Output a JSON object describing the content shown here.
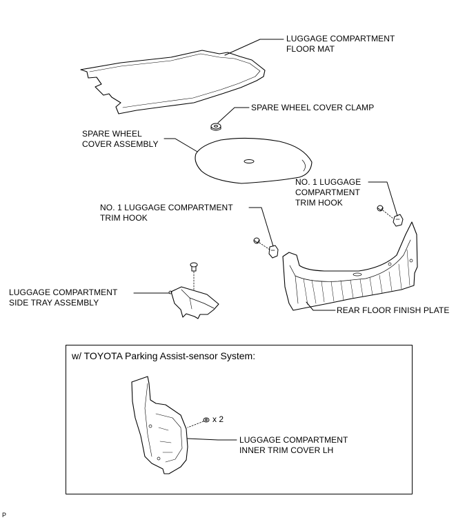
{
  "labels": {
    "floor_mat": [
      "LUGGAGE COMPARTMENT",
      "FLOOR MAT"
    ],
    "spare_clamp": [
      "SPARE WHEEL COVER CLAMP"
    ],
    "spare_cover": [
      "SPARE WHEEL",
      "COVER ASSEMBLY"
    ],
    "hook_right": [
      "NO. 1 LUGGAGE",
      "COMPARTMENT",
      "TRIM HOOK"
    ],
    "hook_left": [
      "NO. 1 LUGGAGE COMPARTMENT",
      "TRIM HOOK"
    ],
    "side_tray": [
      "LUGGAGE COMPARTMENT",
      "SIDE TRAY ASSEMBLY"
    ],
    "rear_floor": [
      "REAR FLOOR FINISH PLATE"
    ],
    "inner_trim": [
      "LUGGAGE COMPARTMENT",
      "INNER TRIM COVER LH"
    ]
  },
  "option_box": {
    "title": "w/ TOYOTA Parking Assist-sensor System:",
    "quantity": "x 2"
  },
  "figure_code": "P"
}
